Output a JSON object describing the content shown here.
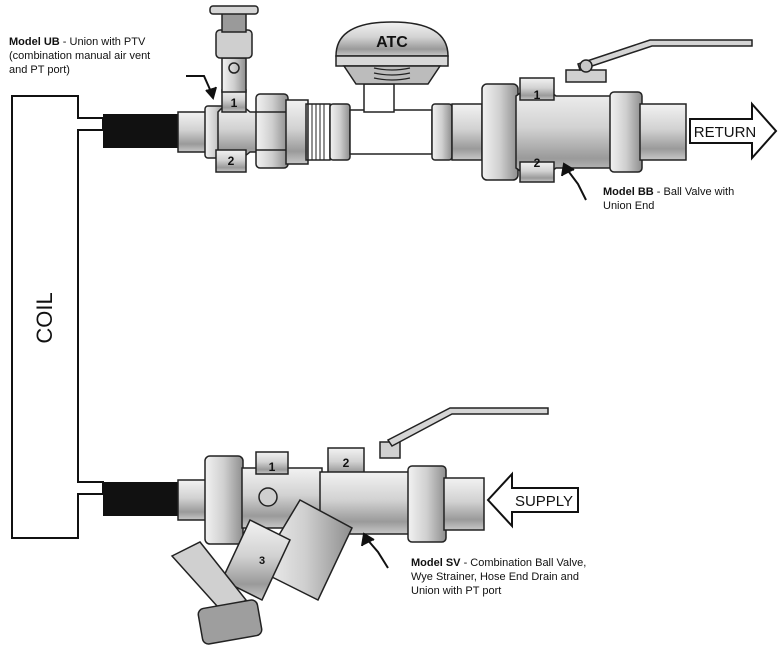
{
  "labels": {
    "coil": "COIL",
    "atc": "ATC",
    "return": "RETURN",
    "supply": "SUPPLY",
    "ub": {
      "title": "Model UB",
      "line1": " - Union with PTV",
      "line2": "(combination manual air vent",
      "line3": "and PT port)"
    },
    "bb": {
      "title": "Model BB",
      "line1": " - Ball Valve with",
      "line2": "Union End"
    },
    "sv": {
      "title": "Model SV",
      "line1": " - Combination Ball Valve,",
      "line2": "Wye Strainer, Hose End Drain and",
      "line3": "Union with PT port"
    }
  },
  "port_numbers": {
    "ub_top": "1",
    "ub_bottom": "2",
    "bb_top": "1",
    "bb_bottom": "2",
    "sv_one": "1",
    "sv_two": "2",
    "sv_three": "3"
  },
  "colors": {
    "line": "#111111",
    "fill_light": "#e6e6e6",
    "fill_mid": "#bdbdbd",
    "fill_dark": "#8c8c8c",
    "pipe": "#111111"
  }
}
